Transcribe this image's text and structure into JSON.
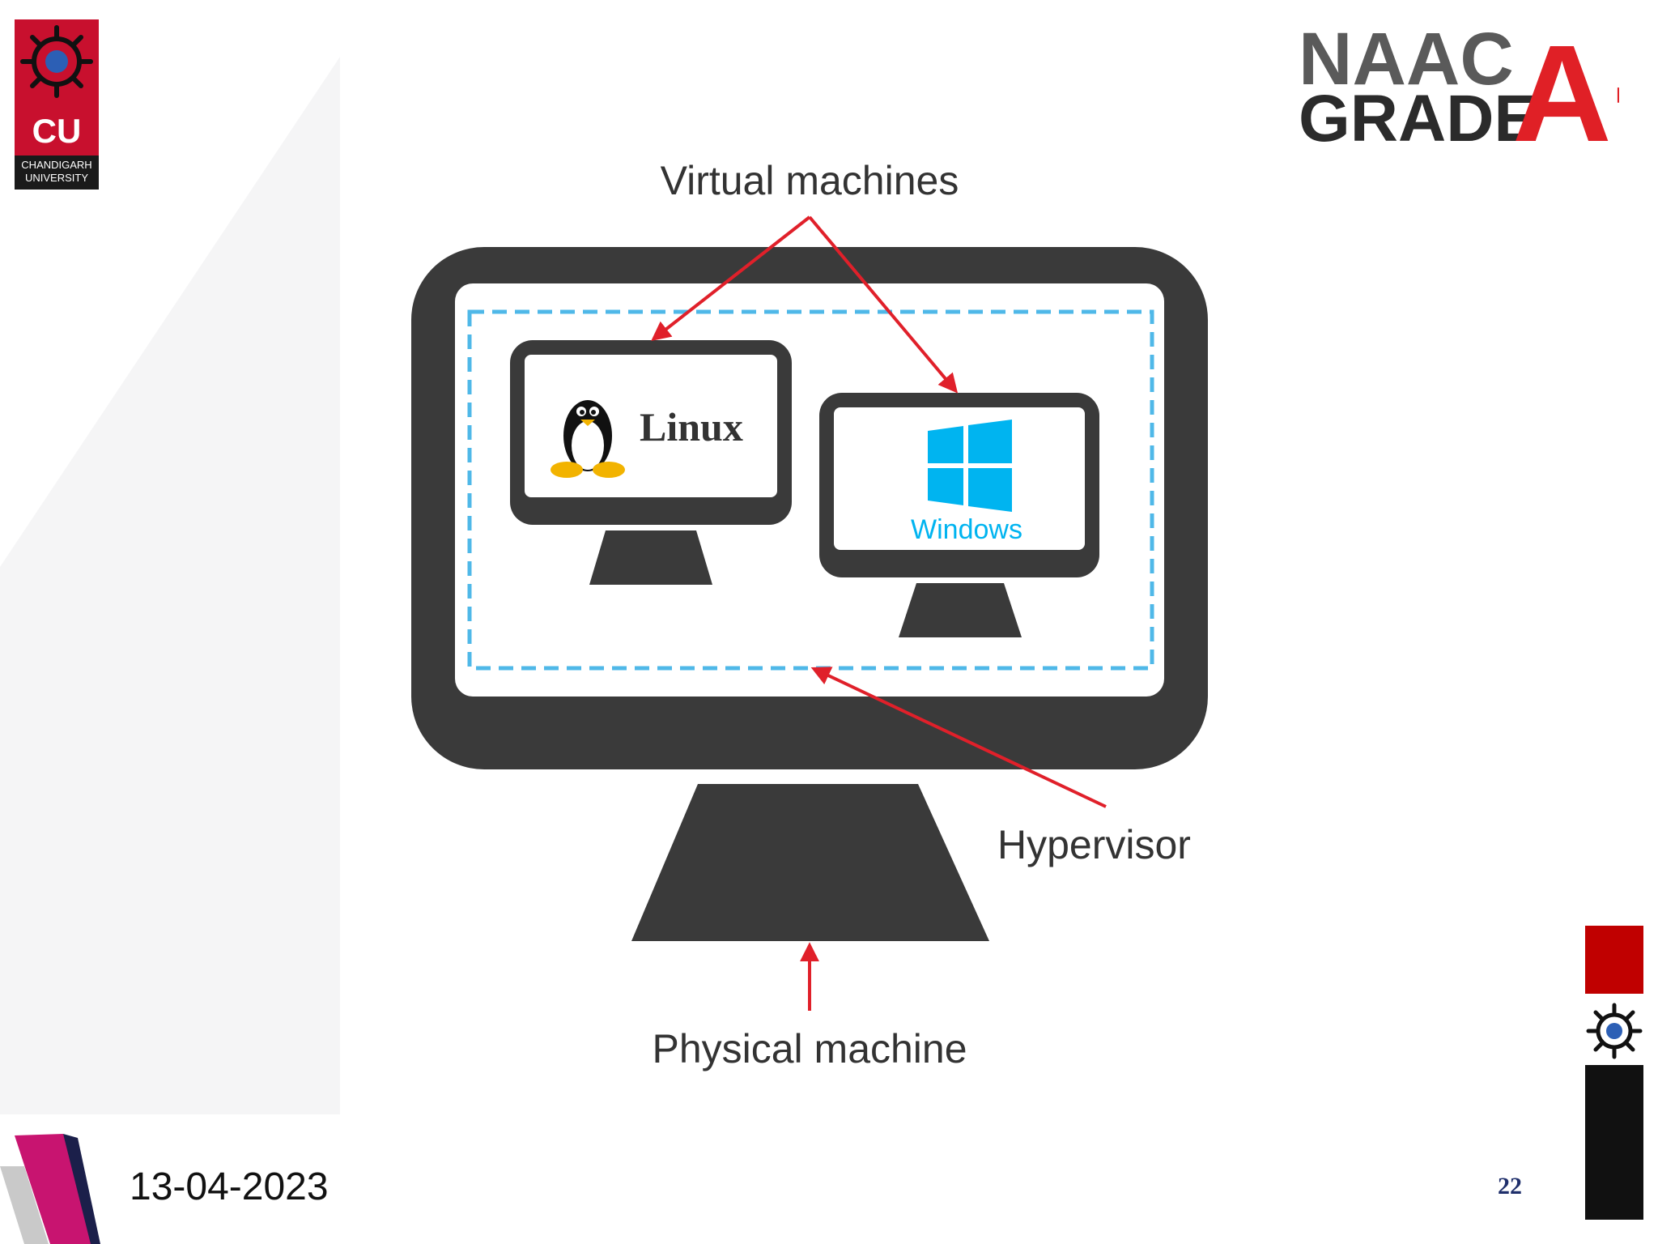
{
  "header": {
    "university_logo": {
      "abbr": "CU",
      "line1": "CHANDIGARH",
      "line2": "UNIVERSITY"
    },
    "accreditation_logo": {
      "line1": "NAAC",
      "line2": "GRADE",
      "grade": "A+"
    }
  },
  "diagram": {
    "label_virtual_machines": "Virtual machines",
    "label_hypervisor": "Hypervisor",
    "label_physical_machine": "Physical machine",
    "vm_linux_label": "Linux",
    "vm_windows_label": "Windows"
  },
  "footer": {
    "date": "13-04-2023",
    "page_number": "22"
  },
  "colors": {
    "brand_red": "#c8102e",
    "monitor_dark": "#3a3a3a",
    "hypervisor_dash": "#4fb8e8",
    "arrow_red": "#e0202a",
    "windows_blue": "#00b4f0"
  }
}
